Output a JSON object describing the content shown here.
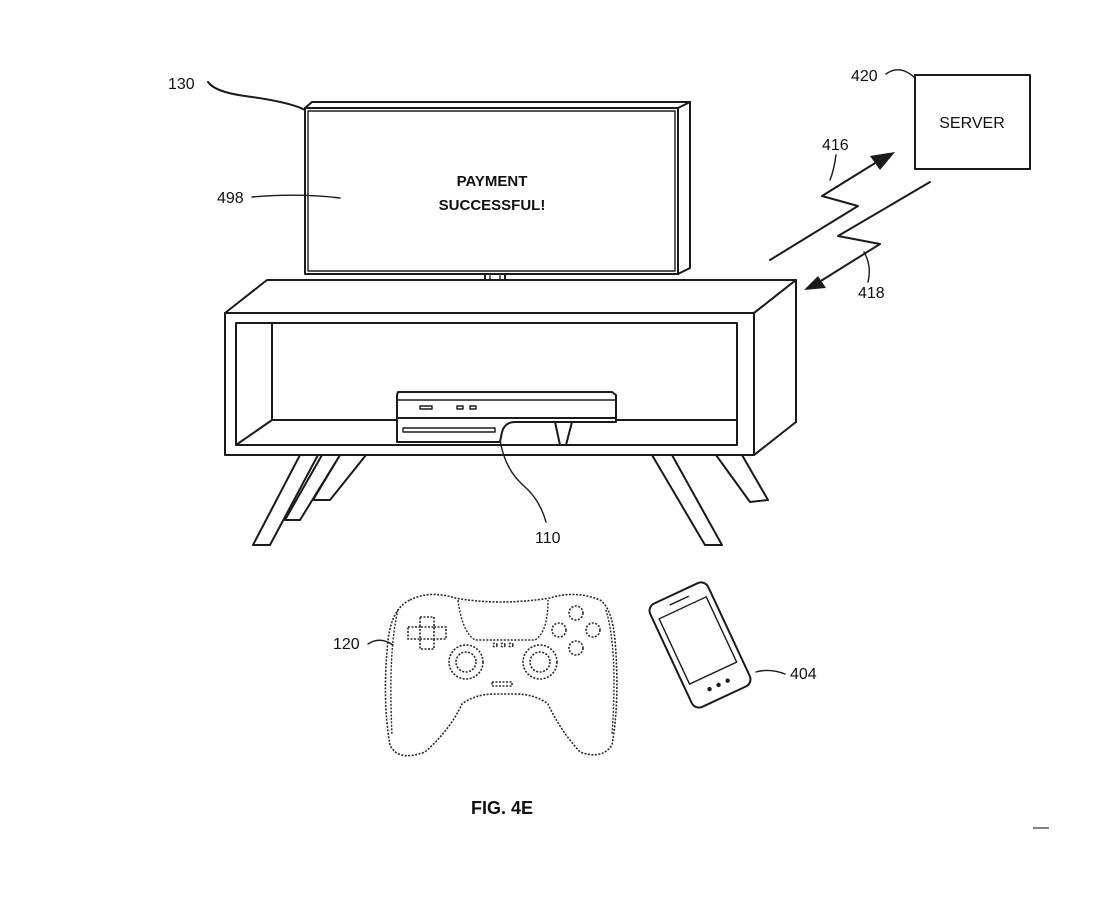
{
  "figure": {
    "caption": "FIG. 4E",
    "screen_message_line1": "PAYMENT",
    "screen_message_line2": "SUCCESSFUL!",
    "server_label": "SERVER",
    "reference_numerals": {
      "display": "130",
      "screen_content": "498",
      "console": "110",
      "controller": "120",
      "mobile_device": "404",
      "server": "420",
      "signal_to_server": "416",
      "signal_from_server": "418"
    },
    "page_mark": "—"
  }
}
